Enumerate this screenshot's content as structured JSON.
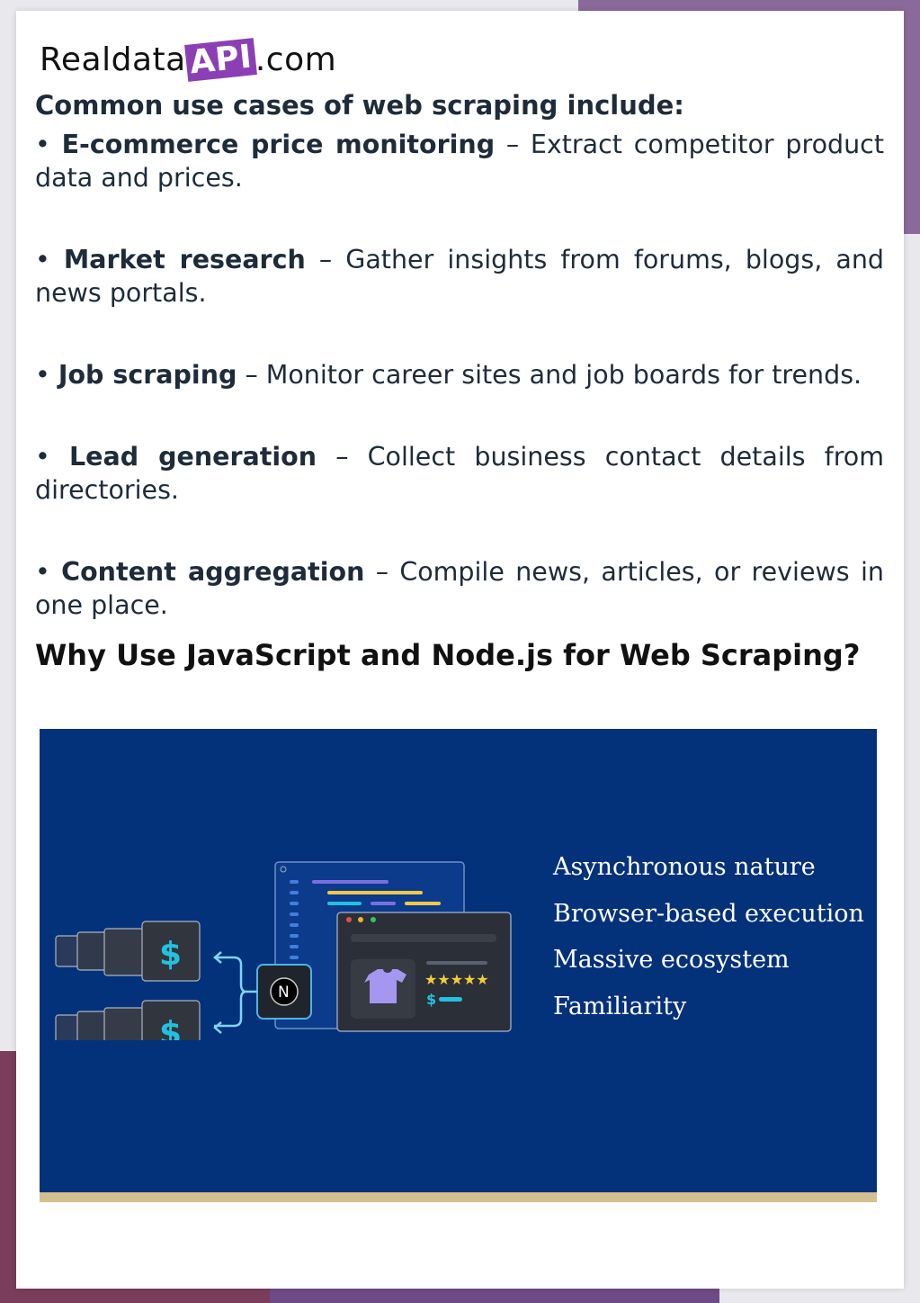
{
  "logo": {
    "prefix": "Realdata",
    "api": "API",
    "suffix": ".com"
  },
  "heading": "Common use cases of web scraping include:",
  "items": [
    {
      "title": "E-commerce price monitoring",
      "desc": " – Extract competitor product data and prices."
    },
    {
      "title": "Market research",
      "desc": " – Gather insights from forums, blogs, and news portals."
    },
    {
      "title": "Job scraping",
      "desc": " – Monitor career sites and job boards for trends."
    },
    {
      "title": "Lead generation",
      "desc": " – Collect business contact details from directories."
    },
    {
      "title": "Content aggregation",
      "desc": " – Compile news, articles, or reviews in one place."
    }
  ],
  "section_title": "Why Use JavaScript and Node.js for Web Scraping?",
  "panel": {
    "reasons": [
      "Asynchronous nature",
      "Browser-based execution",
      "Massive ecosystem",
      "Familiarity"
    ],
    "colors": {
      "bg": "#03317a",
      "accent": "#d3bf8f"
    }
  }
}
